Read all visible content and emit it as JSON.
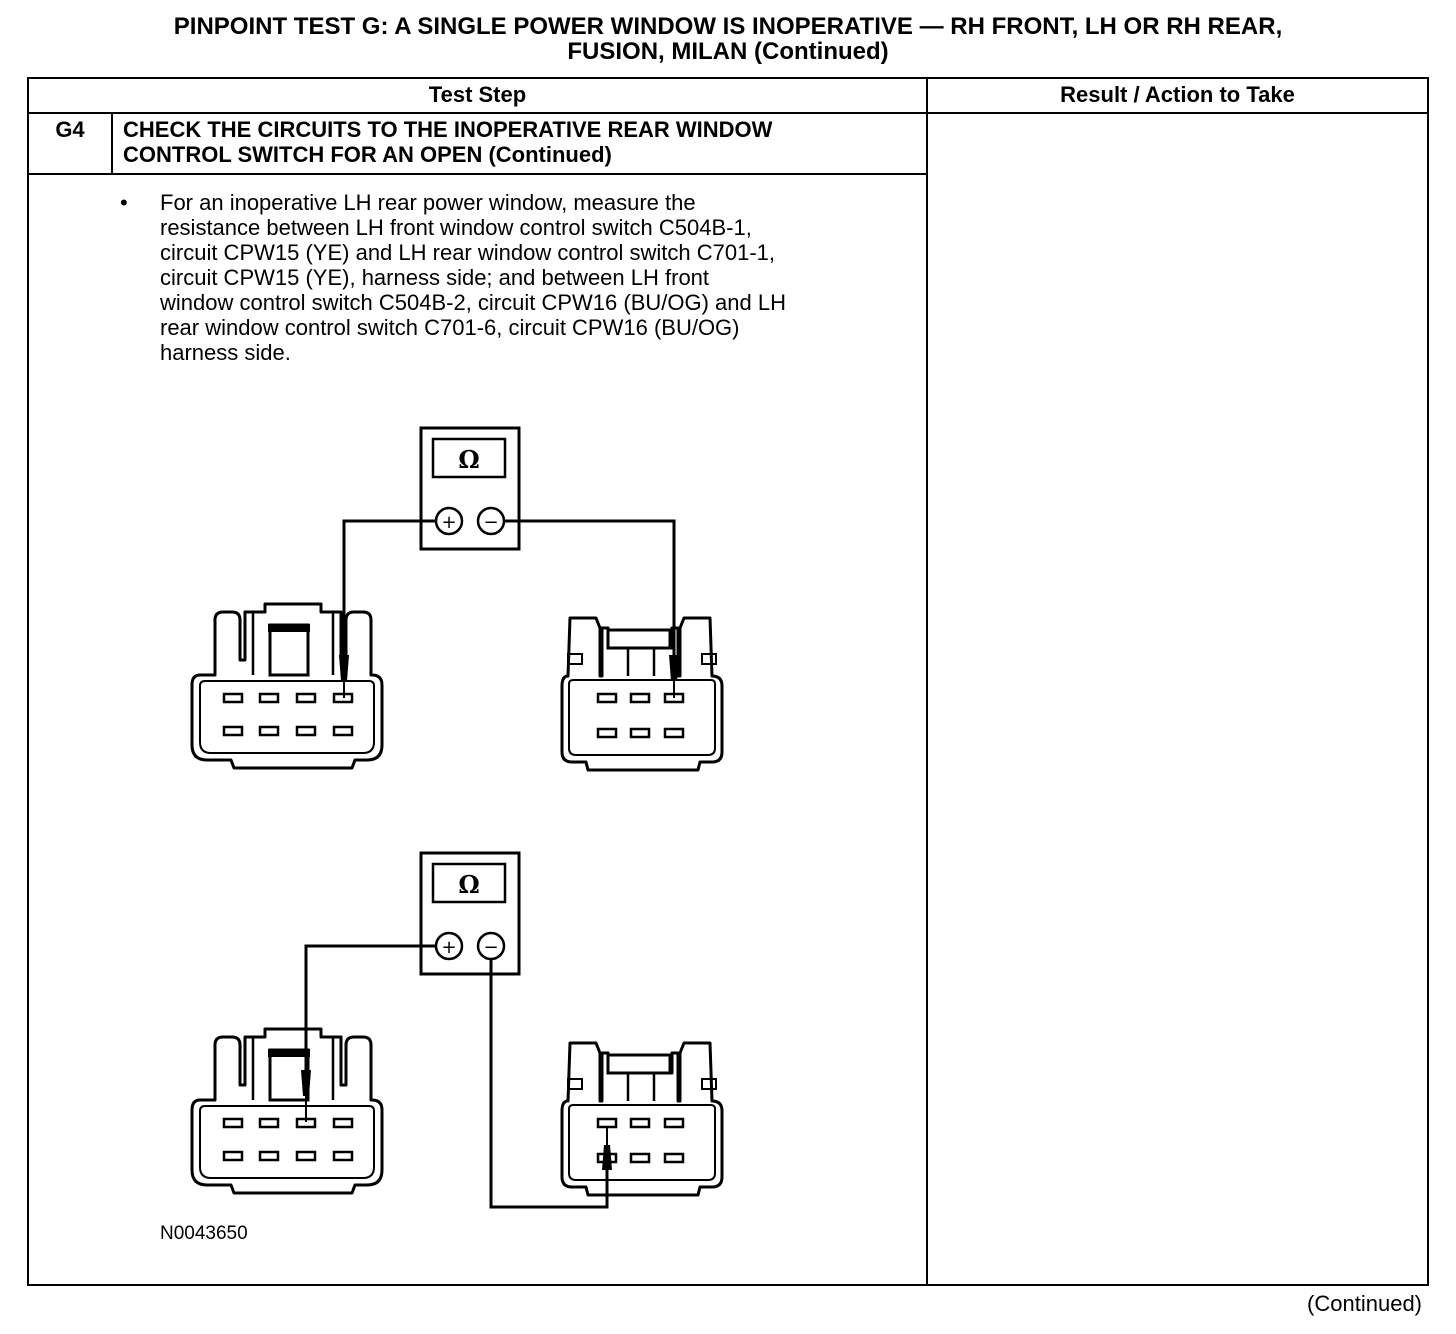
{
  "title": {
    "line1": "PINPOINT TEST  G: A SINGLE POWER WINDOW IS INOPERATIVE — RH FRONT, LH OR RH REAR,",
    "line2": "FUSION, MILAN (Continued)"
  },
  "table": {
    "col_test_step": "Test Step",
    "col_result": "Result / Action to Take",
    "step": {
      "number": "G4",
      "title_line1": "CHECK THE CIRCUITS TO THE INOPERATIVE REAR WINDOW",
      "title_line2": "CONTROL SWITCH FOR AN OPEN (Continued)",
      "bullet": "•",
      "text_lines": [
        "For an inoperative LH rear power window, measure the",
        "resistance between LH front window control switch C504B-1,",
        "circuit CPW15 (YE) and LH rear window control switch C701-1,",
        "circuit  CPW15 (YE), harness side; and between LH front",
        "window control switch C504B-2, circuit CPW16 (BU/OG) and LH",
        "rear window control switch C701-6, circuit CPW16 (BU/OG)",
        "harness side."
      ]
    }
  },
  "figure": {
    "meter_symbol": "Ω",
    "plus_symbol": "+",
    "minus_symbol": "−",
    "figure_code": "N0043650",
    "icons": [
      "ohmmeter-icon",
      "connector-icon"
    ]
  },
  "footer": {
    "continued": "(Continued)"
  }
}
